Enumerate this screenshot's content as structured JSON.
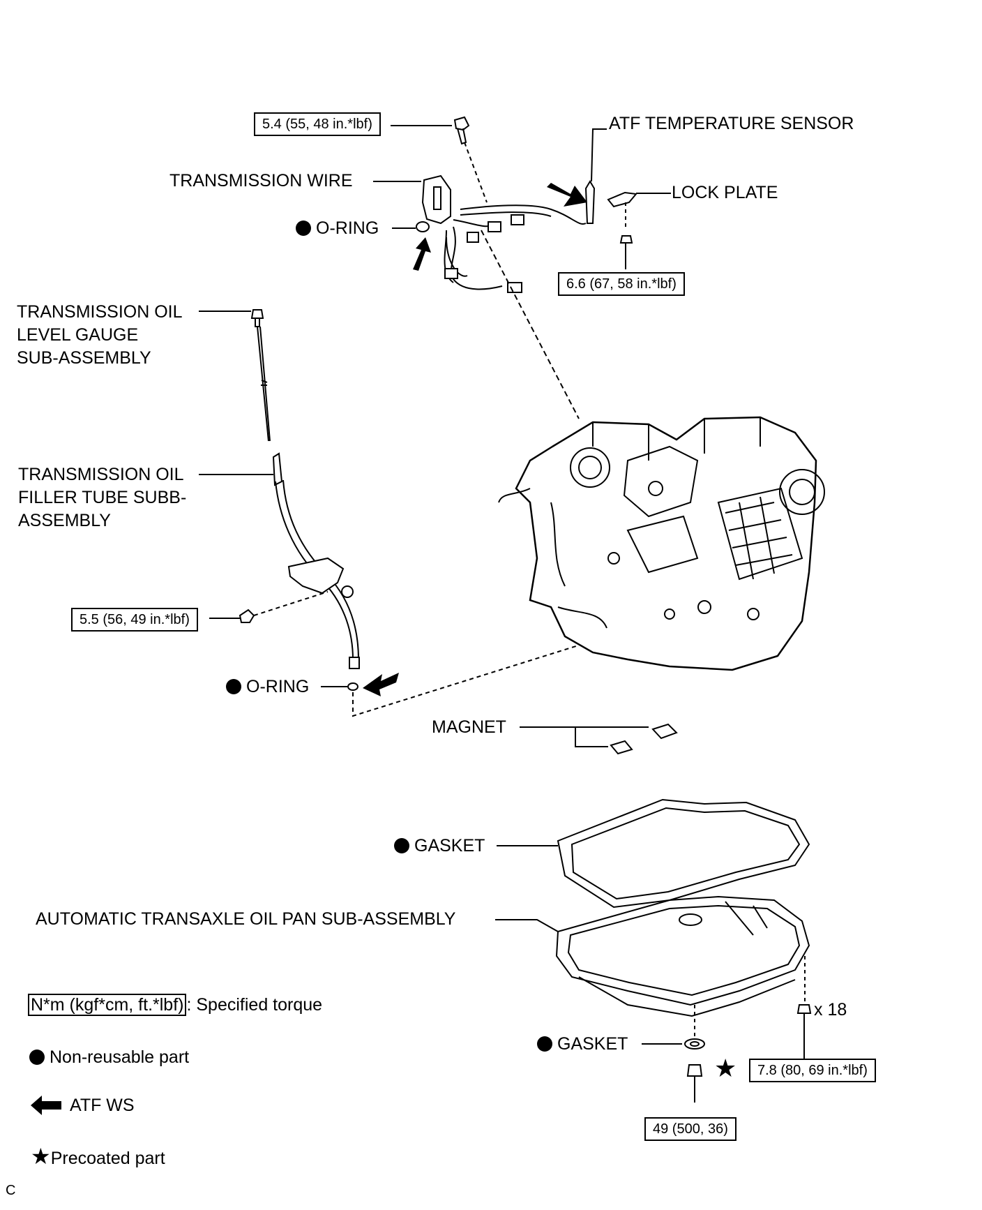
{
  "diagram_title": "",
  "labels": {
    "atf_temp_sensor": "ATF TEMPERATURE SENSOR",
    "transmission_wire": "TRANSMISSION WIRE",
    "lock_plate": "LOCK PLATE",
    "o_ring_upper": "O-RING",
    "oil_level_gauge_line1": "TRANSMISSION OIL",
    "oil_level_gauge_line2": "LEVEL GAUGE",
    "oil_level_gauge_line3": "SUB-ASSEMBLY",
    "filler_tube_line1": "TRANSMISSION OIL",
    "filler_tube_line2": "FILLER TUBE SUBB-",
    "filler_tube_line3": "ASSEMBLY",
    "o_ring_lower": "O-RING",
    "magnet": "MAGNET",
    "gasket_pan": "GASKET",
    "oil_pan": "AUTOMATIC TRANSAXLE OIL PAN SUB-ASSEMBLY",
    "gasket_drain": "GASKET",
    "bolt_count": "x 18"
  },
  "torques": {
    "wire_bolt": "5.4 (55, 48 in.*lbf)",
    "sensor_bolt": "6.6 (67, 58 in.*lbf)",
    "filler_tube_bolt": "5.5 (56, 49 in.*lbf)",
    "pan_bolts": "7.8 (80, 69 in.*lbf)",
    "drain_plug": "49 (500, 36)"
  },
  "legend": {
    "torque_box": "N*m (kgf*cm, ft.*lbf)",
    "torque_desc": ": Specified torque",
    "non_reusable": "Non-reusable part",
    "atf_ws": "ATF WS",
    "precoated": "Precoated part"
  },
  "corner_mark": "C"
}
